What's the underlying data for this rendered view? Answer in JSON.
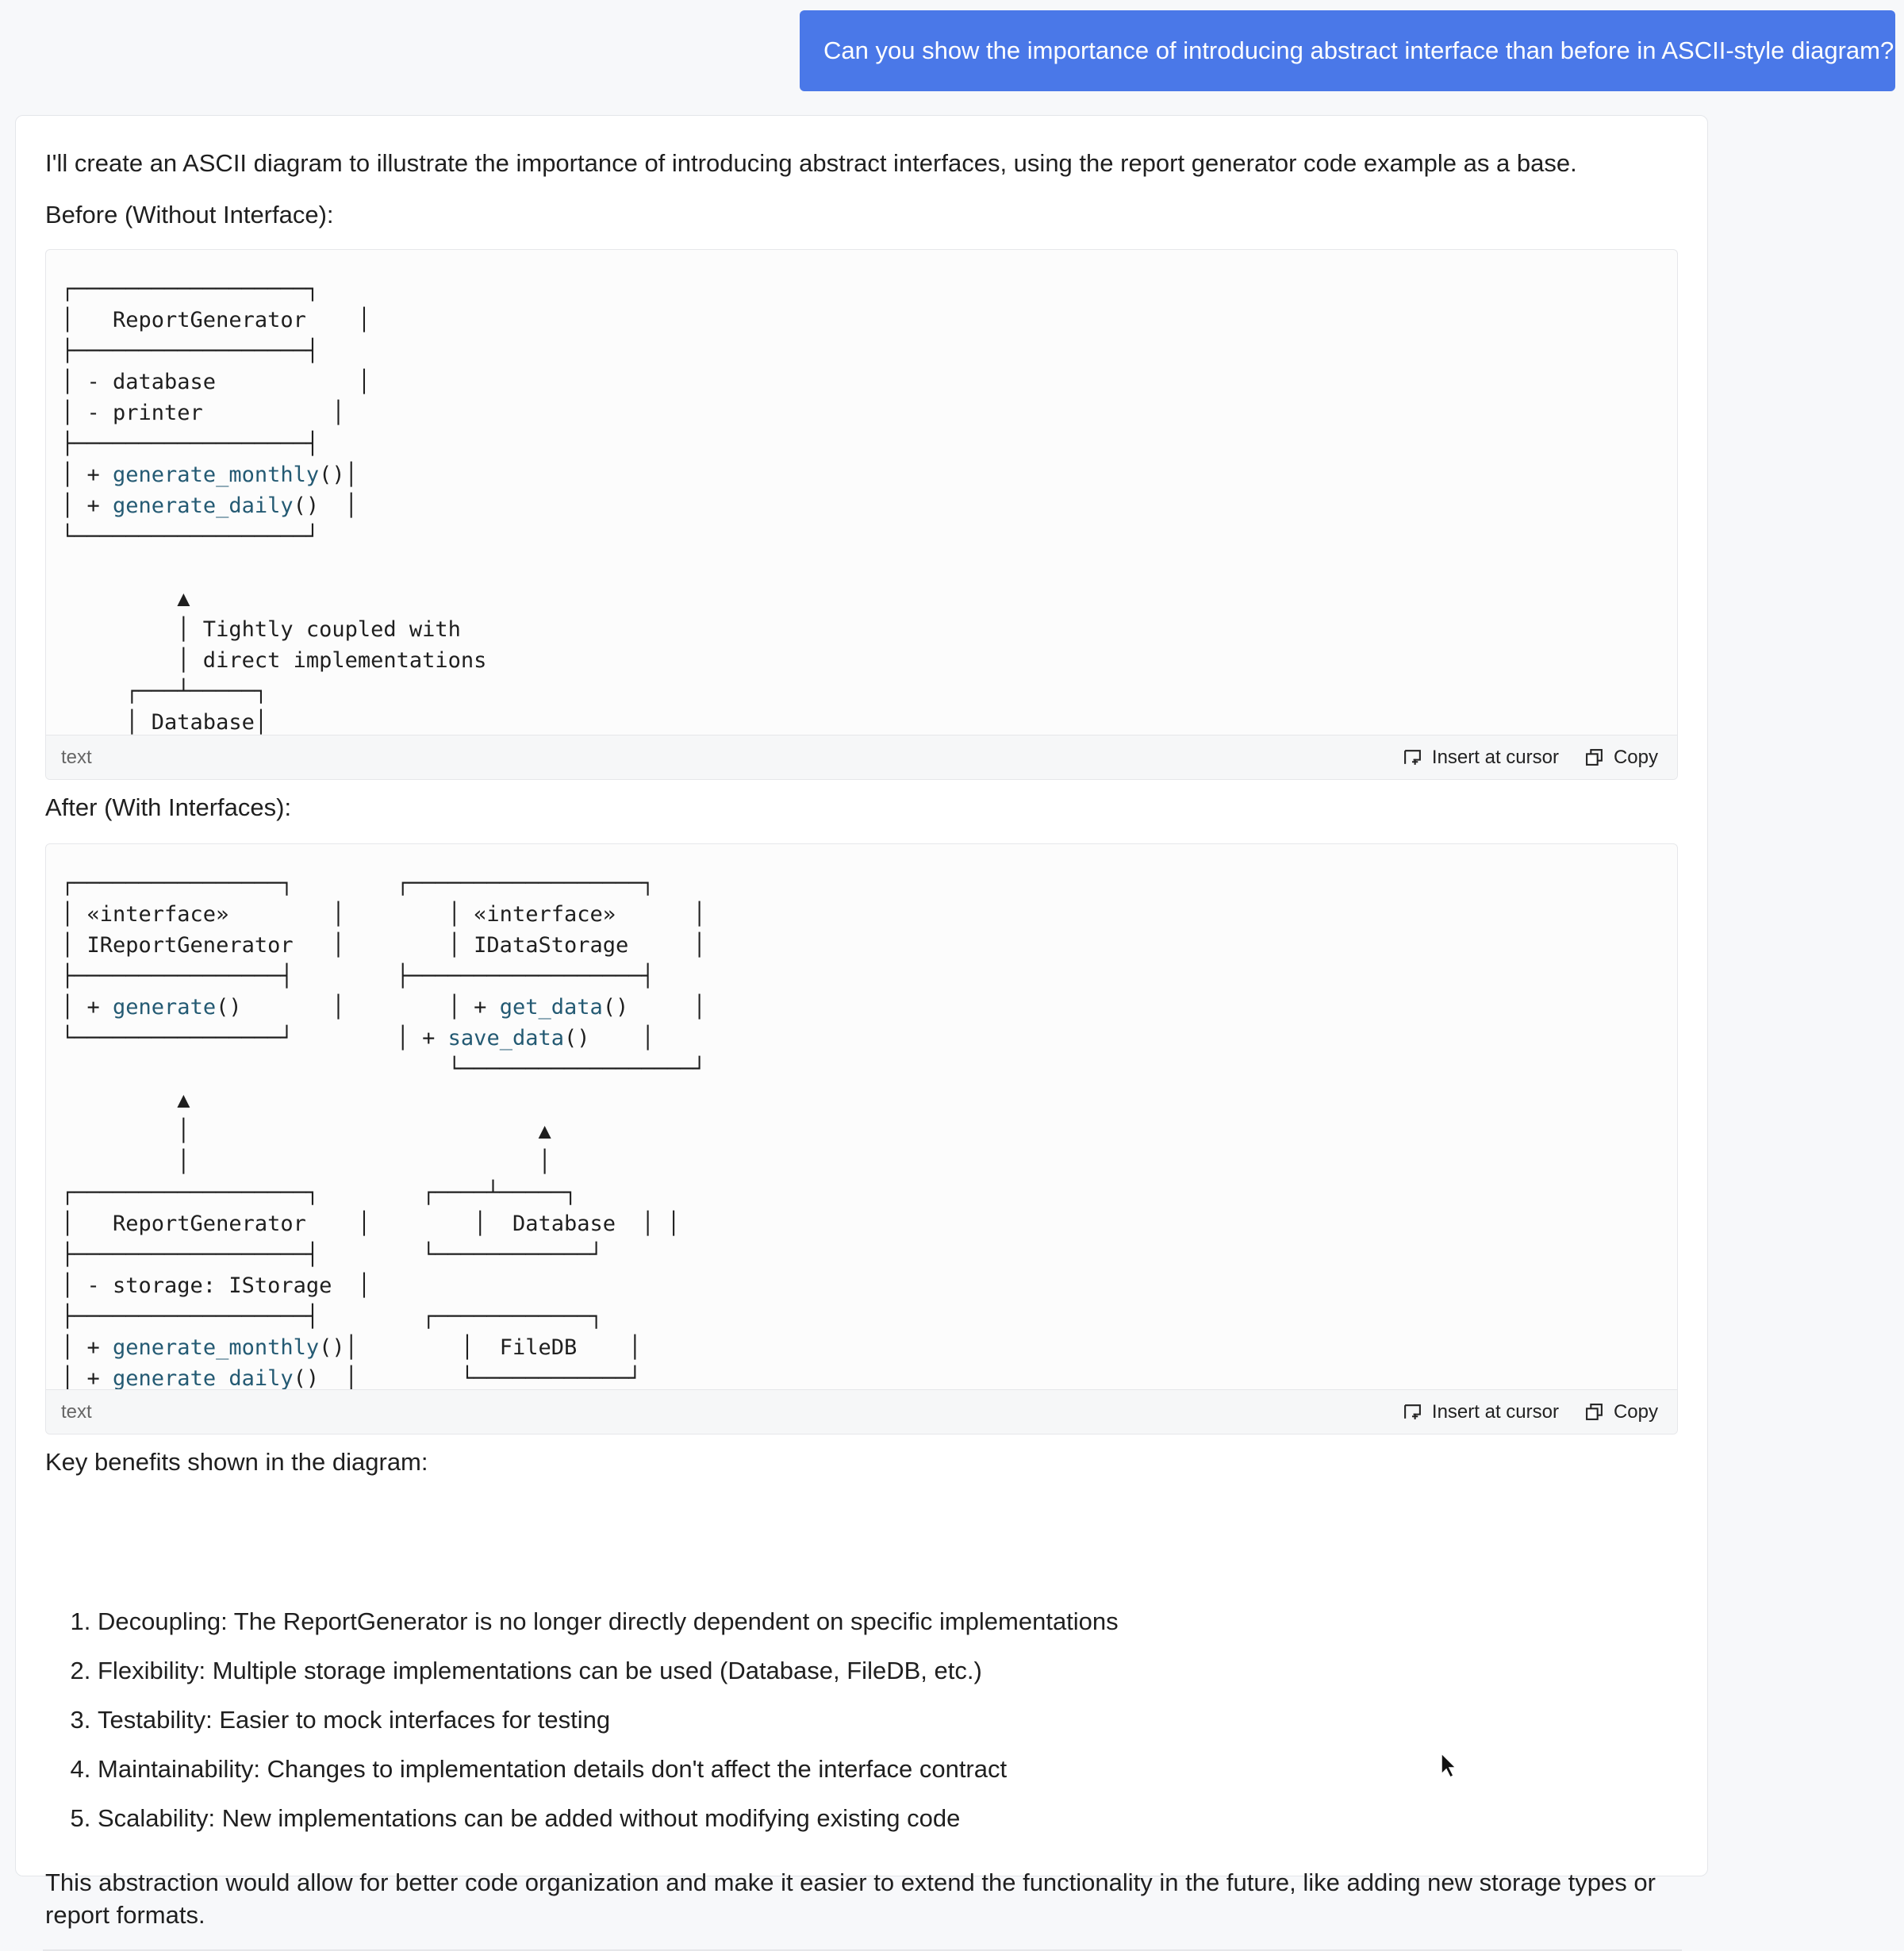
{
  "user_message": "Can you show the importance of introducing abstract interface than before in ASCII-style diagram?",
  "assistant": {
    "intro": "I'll create an ASCII diagram to illustrate the importance of introducing abstract interfaces, using the report generator code example as a base.",
    "before_heading": "Before (Without Interface):",
    "before_block": {
      "language": "text",
      "insert_label": "Insert at cursor",
      "copy_label": "Copy"
    },
    "after_heading": "After (With Interfaces):",
    "after_block": {
      "language": "text",
      "insert_label": "Insert at cursor",
      "copy_label": "Copy"
    },
    "benefits_heading": "Key benefits shown in the diagram:",
    "benefits": [
      "Decoupling: The ReportGenerator is no longer directly dependent on specific implementations",
      "Flexibility: Multiple storage implementations can be used (Database, FileDB, etc.)",
      "Testability: Easier to mock interfaces for testing",
      "Maintainability: Changes to implementation details don't affect the interface contract",
      "Scalability: New implementations can be added without modifying existing code"
    ],
    "closing": "This abstraction would allow for better code organization and make it easier to extend the functionality in the future, like adding new storage types or report formats."
  },
  "icons": {
    "insert": "insert-at-cursor-icon",
    "copy": "copy-icon",
    "cursor": "mouse-pointer-icon"
  },
  "colors": {
    "user_bubble": "#4a78e8",
    "function_name": "#245a73",
    "page_background": "#f7f8fa"
  }
}
